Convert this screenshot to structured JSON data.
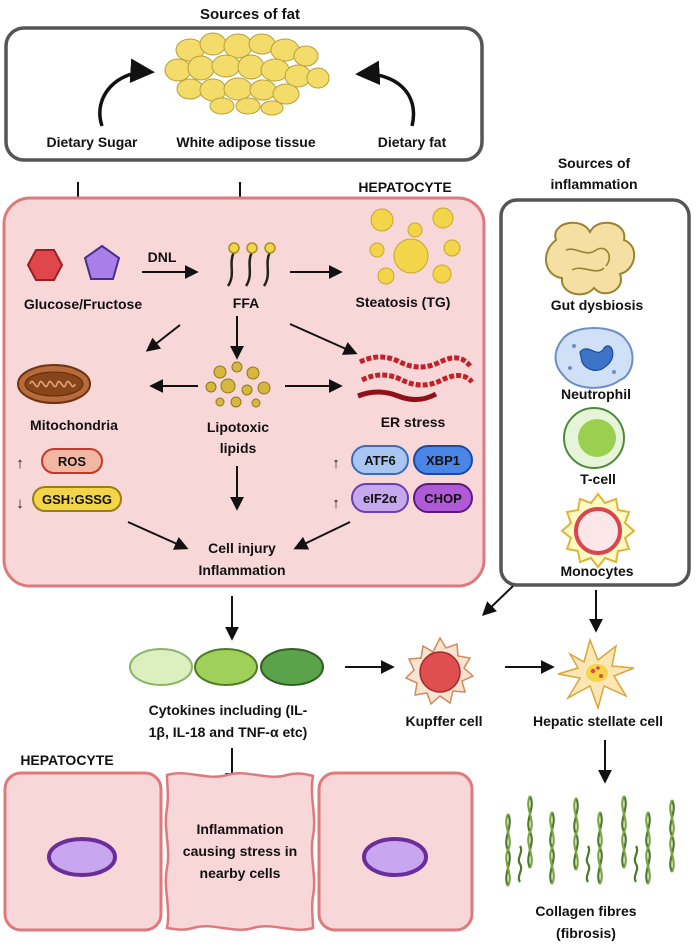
{
  "title": "Sources of fat",
  "fat_sources": {
    "dietary_sugar": "Dietary Sugar",
    "white_adipose": "White adipose tissue",
    "dietary_fat": "Dietary fat"
  },
  "hepatocyte_label": "HEPATOCYTE",
  "hepatocyte": {
    "glucose": "Glucose/Fructose",
    "dnl": "DNL",
    "ffa": "FFA",
    "steatosis": "Steatosis (TG)",
    "mitochondria": "Mitochondria",
    "lipotoxic_line1": "Lipotoxic",
    "lipotoxic_line2": "lipids",
    "er_stress": "ER stress",
    "ros": "ROS",
    "gsh": "GSH:GSSG",
    "atf6": "ATF6",
    "xbp1": "XBP1",
    "eif2a": "eIF2α",
    "chop": "CHOP",
    "injury_line1": "Cell injury",
    "injury_line2": "Inflammation"
  },
  "inflammation": {
    "title_line1": "Sources of",
    "title_line2": "inflammation",
    "gut": "Gut dysbiosis",
    "neutrophil": "Neutrophil",
    "tcell": "T-cell",
    "monocytes": "Monocytes"
  },
  "cytokines": {
    "line1": "Cytokines including (IL-",
    "line2": "1β,  IL-18 and TNF-α etc)"
  },
  "kupffer": "Kupffer cell",
  "stellate": "Hepatic stellate cell",
  "bottom_hepatocyte_label": "HEPATOCYTE",
  "stress": {
    "line1": "Inflammation",
    "line2": "causing stress in",
    "line3": "nearby cells"
  },
  "collagen": {
    "line1": "Collagen fibres",
    "line2": "(fibrosis)"
  },
  "colors": {
    "hepatocyte_fill": "#f8d7d8",
    "hepatocyte_border": "#de7a7c",
    "fat_droplet": "#f3d54a",
    "panel_border": "#555555"
  }
}
